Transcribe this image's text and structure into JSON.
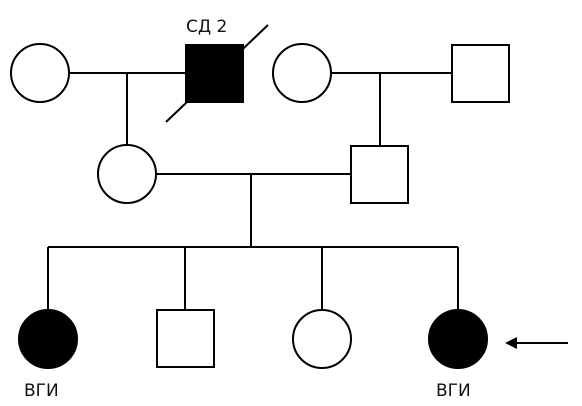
{
  "labels": {
    "grandfather_condition": "СД 2",
    "daughter1_condition": "ВГИ",
    "proband_condition": "ВГИ"
  },
  "colors": {
    "stroke": "#000000",
    "affected_fill": "#000000",
    "unaffected_fill": "#ffffff"
  },
  "individuals": [
    {
      "id": "grandmother-maternal",
      "sex": "female",
      "affected": false,
      "deceased": false
    },
    {
      "id": "grandfather-maternal",
      "sex": "male",
      "affected": true,
      "deceased": true
    },
    {
      "id": "grandmother-paternal",
      "sex": "female",
      "affected": false,
      "deceased": false
    },
    {
      "id": "grandfather-paternal",
      "sex": "male",
      "affected": false,
      "deceased": false
    },
    {
      "id": "mother",
      "sex": "female",
      "affected": false,
      "deceased": false
    },
    {
      "id": "father",
      "sex": "male",
      "affected": false,
      "deceased": false
    },
    {
      "id": "daughter-1",
      "sex": "female",
      "affected": true,
      "deceased": false
    },
    {
      "id": "son",
      "sex": "male",
      "affected": false,
      "deceased": false
    },
    {
      "id": "daughter-2",
      "sex": "female",
      "affected": false,
      "deceased": false
    },
    {
      "id": "proband",
      "sex": "female",
      "affected": true,
      "deceased": false,
      "proband": true
    }
  ]
}
